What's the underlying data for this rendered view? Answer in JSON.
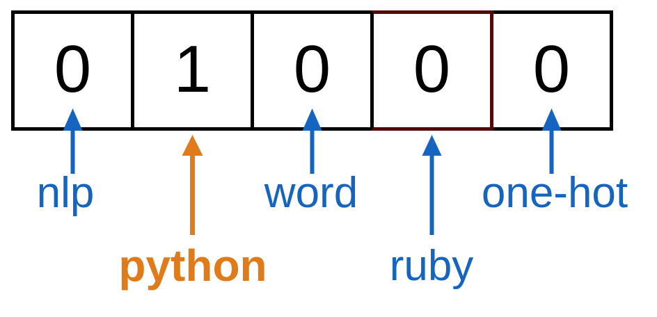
{
  "vector": {
    "cells": [
      {
        "value": "0",
        "highlighted": false
      },
      {
        "value": "1",
        "highlighted": false
      },
      {
        "value": "0",
        "highlighted": false
      },
      {
        "value": "0",
        "highlighted": true
      },
      {
        "value": "0",
        "highlighted": false
      }
    ]
  },
  "labels": {
    "nlp": {
      "text": "nlp",
      "color": "blue"
    },
    "python": {
      "text": "python",
      "color": "orange",
      "emphasis": "bold"
    },
    "word": {
      "text": "word",
      "color": "blue"
    },
    "ruby": {
      "text": "ruby",
      "color": "blue"
    },
    "one_hot": {
      "text": "one-hot",
      "color": "blue"
    }
  },
  "colors": {
    "blue": "#1565c0",
    "orange": "#e07b1b",
    "maroon": "#530908",
    "black": "#000000"
  }
}
